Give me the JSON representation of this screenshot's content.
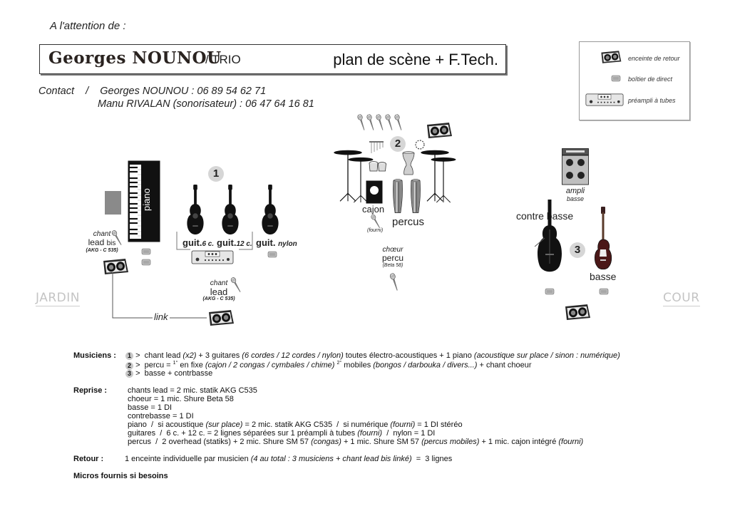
{
  "header": {
    "attention": "A l'attention de :",
    "band_name": "Georges NOUNOU",
    "band_suffix": "/ TRIO",
    "plan_title": "plan de scène + F.Tech."
  },
  "contact": {
    "line1": "Contact    /    Georges NOUNOU : 06 89 54 62 71",
    "line2": "Manu RIVALAN (sonorisateur) : 06 47 64 16 81"
  },
  "legend": {
    "monitor": "enceinte de retour",
    "di_box": "boîtier de direct",
    "tube_preamp": "préampli à tubes"
  },
  "stage": {
    "jardin": "JARDIN",
    "cour": "COUR",
    "num1": "1",
    "num2": "2",
    "num3": "3",
    "piano": "piano",
    "chant_lead_bis": {
      "l1": "chant",
      "l2": "lead",
      "l2b": "bis",
      "l3": "(AKG - C 535)"
    },
    "guit6": {
      "a": "guit.",
      "b": "6 c."
    },
    "guit12": {
      "a": "guit.",
      "b": "12 c."
    },
    "guit_nylon": {
      "a": "guit.",
      "b": "nylon"
    },
    "chant_lead": {
      "l1": "chant",
      "l2": "lead",
      "l3": "(AKG - C 535)"
    },
    "link": "link",
    "cajon": "cajon",
    "fourni": "(fourni)",
    "percus": "percus",
    "choeur": {
      "l1": "chœur",
      "l2": "percu",
      "l3": "(Beta 58)"
    },
    "ampli": {
      "l1": "ampli",
      "l2": "basse"
    },
    "contrebasse": "contre basse",
    "basse": "basse"
  },
  "details": {
    "musiciens_label": "Musiciens :",
    "m1": {
      "pre": ">  chant lead ",
      "i1": "(x2)",
      "mid": " + 3 guitares ",
      "i2": "(6 cordes / 12 cordes / nylon)",
      "mid2": " toutes électro-acoustiques + 1 piano ",
      "i3": "(acoustique sur place / sinon : numérique)"
    },
    "m2": {
      "pre": ">  percu = ",
      "sup1": "1°",
      "mid": " en fixe ",
      "i1": "(cajon / 2 congas / cymbales / chime)",
      "sp": " ",
      "sup2": "2°",
      "mid2": " mobiles ",
      "i2": "(bongos / darbouka / divers...)",
      "end": " + chant choeur"
    },
    "m3": ">  basse + contrbasse",
    "reprise_label": "Reprise :",
    "r1": "chants lead = 2 mic. statik AKG C535",
    "r2": "choeur = 1 mic. Shure Beta 58",
    "r3": "basse = 1 DI",
    "r4": "contrebasse = 1 DI",
    "r5": {
      "a": "piano  /  si acoustique ",
      "i1": "(sur place)",
      "b": " = 2 mic. statik AKG C535  /  si numérique ",
      "i2": "(fourni)",
      "c": " = 1 DI stéréo"
    },
    "r6": {
      "a": "guitares  /  6 c. + 12 c. = 2 lignes séparées sur 1 préampli à tubes ",
      "i1": "(fourni)",
      "b": "  /  nylon = 1 DI"
    },
    "r7": {
      "a": "percus  /  2 overhead (statiks) + 2 mic. Shure SM 57 ",
      "i1": "(congas)",
      "b": " + 1 mic. Shure SM 57 ",
      "i2": "(percus mobiles)",
      "c": " + 1 mic. cajon intégré ",
      "i3": "(fourni)"
    },
    "retour_label": "Retour :",
    "retour": {
      "a": "1 enceinte individuelle par musicien ",
      "i1": "(4 au total : 3 musiciens + chant lead bis linké)",
      "b": "  =  3 lignes"
    },
    "micros": "Micros fournis si besoins"
  }
}
